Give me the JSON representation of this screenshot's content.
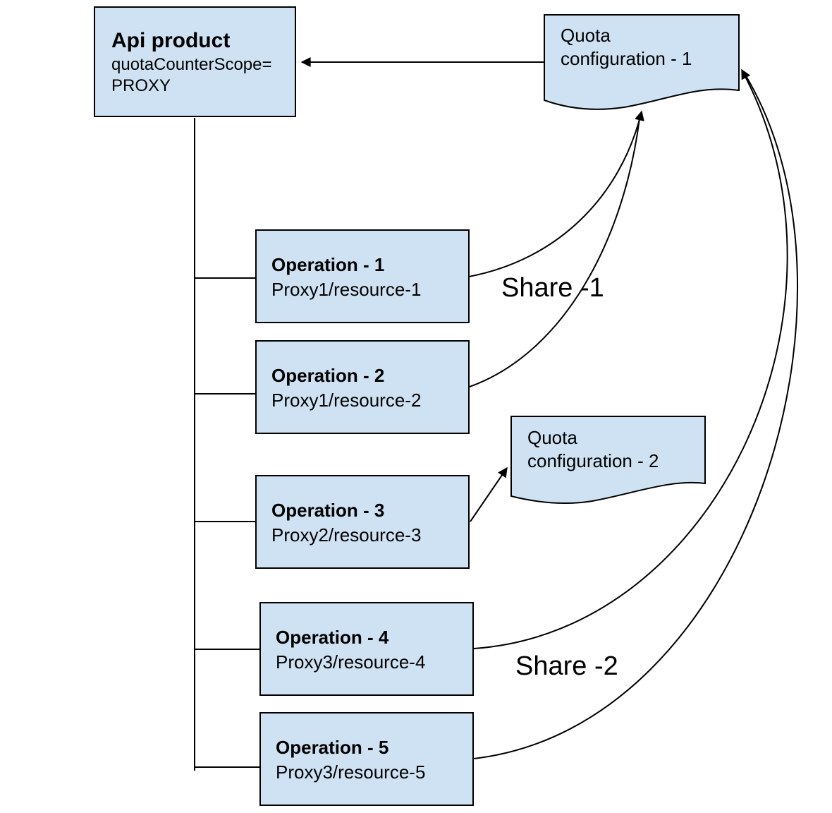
{
  "diagram": {
    "api_product": {
      "title": "Api product",
      "attribute_line1": "quotaCounterScope=",
      "attribute_line2": "PROXY"
    },
    "operations": [
      {
        "title": "Operation - 1",
        "path": "Proxy1/resource-1"
      },
      {
        "title": "Operation - 2",
        "path": "Proxy1/resource-2"
      },
      {
        "title": "Operation - 3",
        "path": "Proxy2/resource-3"
      },
      {
        "title": "Operation - 4",
        "path": "Proxy3/resource-4"
      },
      {
        "title": "Operation - 5",
        "path": "Proxy3/resource-5"
      }
    ],
    "quota_configs": [
      {
        "title_line1": "Quota",
        "title_line2": "configuration - 1"
      },
      {
        "title_line1": "Quota",
        "title_line2": "configuration - 2"
      }
    ],
    "share_labels": [
      "Share -1",
      "Share -2"
    ],
    "colors": {
      "shape_fill": "#cfe2f3",
      "shape_border": "#000000",
      "connector": "#000000",
      "background": "#ffffff"
    }
  }
}
